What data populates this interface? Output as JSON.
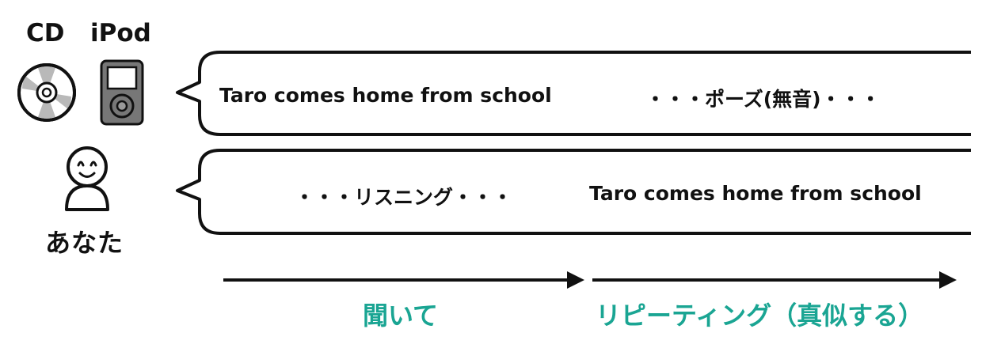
{
  "devices": {
    "cd_label": "CD",
    "ipod_label": "iPod"
  },
  "you_label": "あなた",
  "bubble_audio": {
    "spoken_text": "Taro comes home from school",
    "pause_text": "・・・ポーズ(無音)・・・"
  },
  "bubble_you": {
    "listening_text": "・・・リスニング・・・",
    "repeat_text": "Taro comes home from school"
  },
  "phases": {
    "listen_label": "聞いて",
    "repeat_label": "リピーティング（真似する）"
  },
  "colors": {
    "phase_text": "#1aa593",
    "outline": "#111111",
    "cd_disc": "#b9b9b9",
    "ipod_body": "#777777",
    "ipod_screen": "#ffffff"
  },
  "icons": [
    "cd-icon",
    "ipod-icon",
    "person-icon",
    "arrow-right-icon"
  ]
}
